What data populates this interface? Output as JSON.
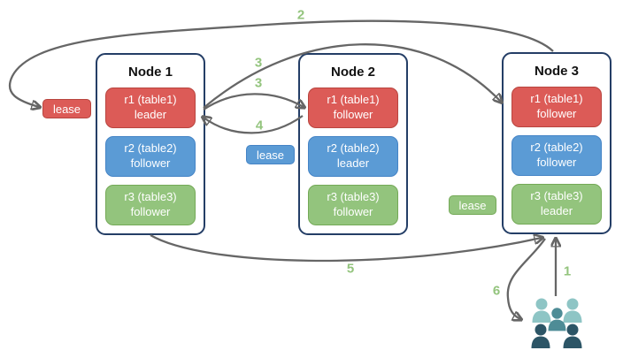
{
  "nodes": [
    {
      "title": "Node 1",
      "replicas": [
        {
          "label": "r1 (table1)",
          "role": "leader",
          "color": "red"
        },
        {
          "label": "r2 (table2)",
          "role": "follower",
          "color": "blue"
        },
        {
          "label": "r3 (table3)",
          "role": "follower",
          "color": "green"
        }
      ]
    },
    {
      "title": "Node 2",
      "replicas": [
        {
          "label": "r1 (table1)",
          "role": "follower",
          "color": "red"
        },
        {
          "label": "r2 (table2)",
          "role": "leader",
          "color": "blue"
        },
        {
          "label": "r3 (table3)",
          "role": "follower",
          "color": "green"
        }
      ]
    },
    {
      "title": "Node 3",
      "replicas": [
        {
          "label": "r1 (table1)",
          "role": "follower",
          "color": "red"
        },
        {
          "label": "r2 (table2)",
          "role": "follower",
          "color": "blue"
        },
        {
          "label": "r3 (table3)",
          "role": "leader",
          "color": "green"
        }
      ]
    }
  ],
  "lease_labels": [
    {
      "text": "lease",
      "color": "#DC5B57"
    },
    {
      "text": "lease",
      "color": "#5B9BD5"
    },
    {
      "text": "lease",
      "color": "#93C47D"
    }
  ],
  "steps": {
    "1": "1",
    "2": "2",
    "3a": "3",
    "3b": "3",
    "4": "4",
    "5": "5",
    "6": "6"
  },
  "icons": {
    "users": "users-icon"
  },
  "colors": {
    "replica_red": "#DC5B57",
    "replica_red_border": "#B8453F",
    "replica_blue": "#5B9BD5",
    "replica_blue_border": "#4584C6",
    "replica_green": "#93C47D",
    "replica_green_border": "#74A957",
    "node_border": "#243E66",
    "arrow": "#666666",
    "step_number": "#93C47D",
    "users_light": "#8EC5C5",
    "users_mid": "#4E8C96",
    "users_dark": "#2C5566"
  }
}
